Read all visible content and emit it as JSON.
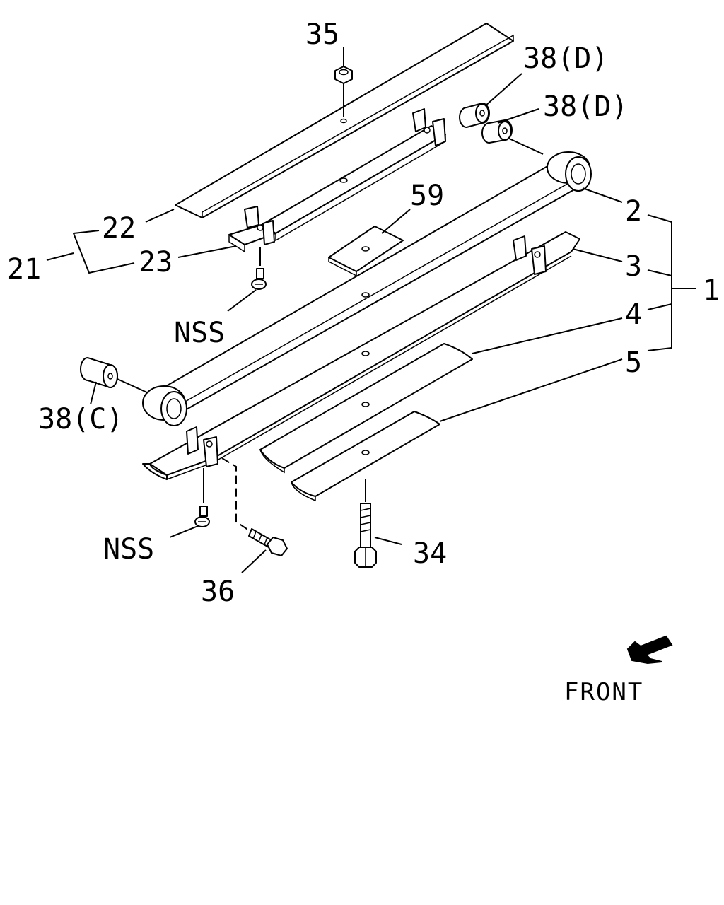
{
  "labels": {
    "part_1": "1",
    "part_2": "2",
    "part_3": "3",
    "part_4": "4",
    "part_5": "5",
    "part_21": "21",
    "part_22": "22",
    "part_23": "23",
    "part_34": "34",
    "part_35": "35",
    "part_36": "36",
    "part_38d_a": "38(D)",
    "part_38d_b": "38(D)",
    "part_38c": "38(C)",
    "part_59": "59",
    "nss_upper": "NSS",
    "nss_lower": "NSS",
    "front": "FRONT"
  }
}
